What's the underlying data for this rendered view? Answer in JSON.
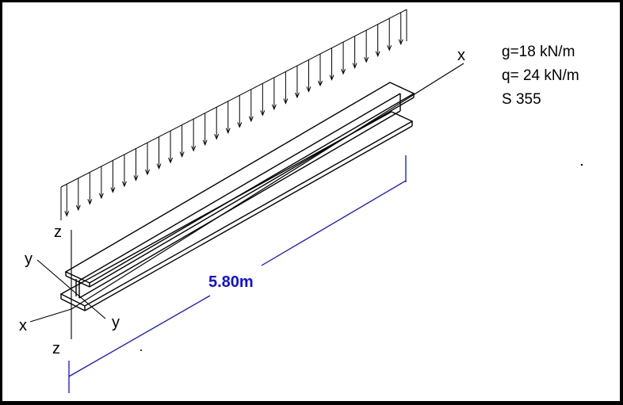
{
  "axes": {
    "x_right": "x",
    "x_left": "x",
    "y_upper": "y",
    "y_lower": "y",
    "z_upper": "z",
    "z_lower": "z"
  },
  "properties": {
    "dead_load": "g=18 kN/m",
    "live_load": "q= 24 kN/m",
    "steel_grade": "S 355"
  },
  "dimension": {
    "span_label": "5.80m"
  },
  "load": {
    "arrow_count": 30
  },
  "colors": {
    "line": "#000000",
    "dimension": "#1010e0",
    "background": "#ffffff"
  }
}
